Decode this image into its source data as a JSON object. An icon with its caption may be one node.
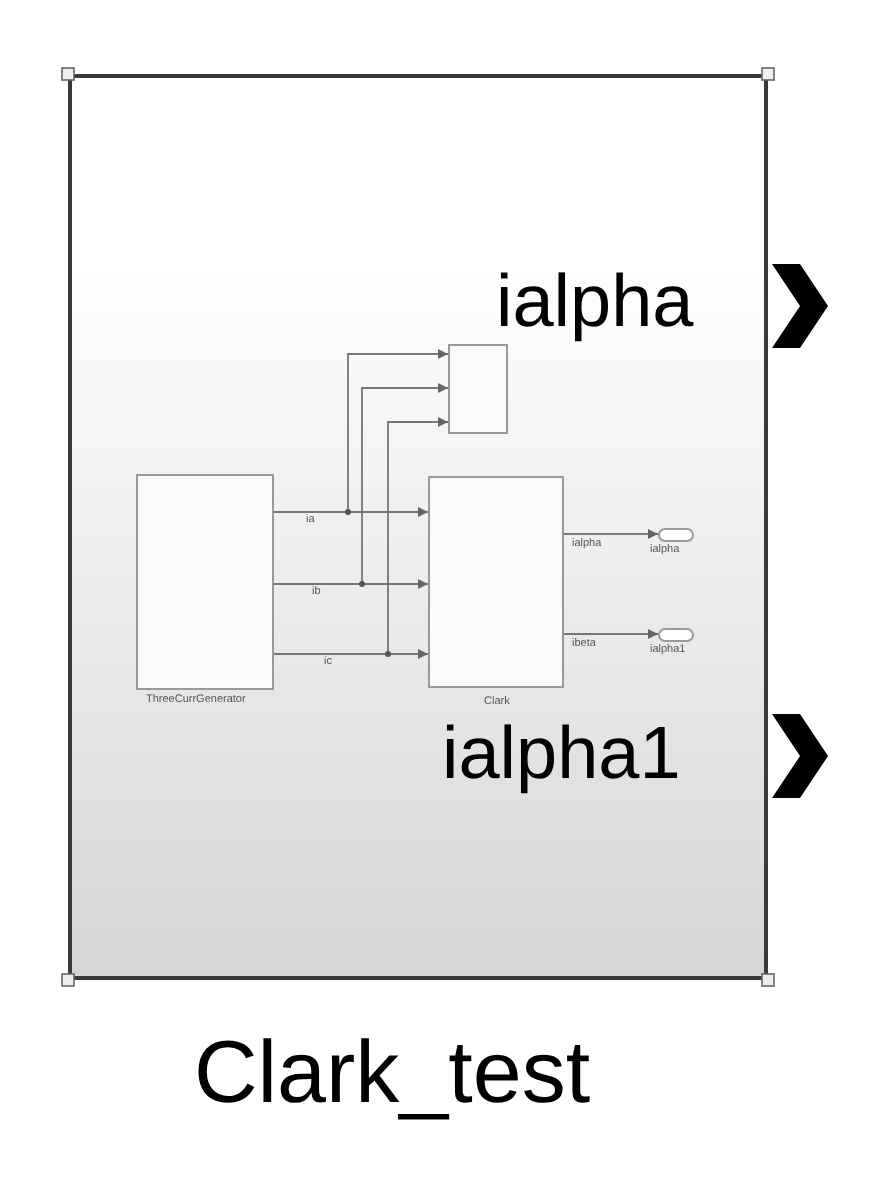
{
  "diagram": {
    "nodes": [
      {
        "text": [
          "ialpha",
          "ialpha1"
        ],
        "beside": [
          "Clark_test"
        ]
      },
      {
        "text": [],
        "shape": "box",
        "in": 0,
        "beside": [
          "ThreeCurrGenerator"
        ]
      },
      {
        "text": [],
        "shape": "box",
        "in": 0
      },
      {
        "text": [],
        "shape": "box",
        "in": 0,
        "beside": [
          "Clark"
        ]
      },
      {
        "text": [],
        "shape": "box",
        "in": 0,
        "beside": [
          "ialpha"
        ]
      },
      {
        "text": [],
        "shape": "box",
        "in": 0,
        "beside": [
          "ialpha1"
        ]
      }
    ],
    "edges": [
      {
        "from": 1,
        "to": 3,
        "arrow": "to",
        "label": "ia"
      },
      {
        "from": 1,
        "to": 3,
        "arrow": "to",
        "label": "ib"
      },
      {
        "from": 1,
        "to": 3,
        "arrow": "to",
        "label": "ic"
      },
      {
        "from": 1,
        "to": 2,
        "arrow": "to"
      },
      {
        "from": 1,
        "to": 2,
        "arrow": "to"
      },
      {
        "from": 1,
        "to": 2,
        "arrow": "to"
      },
      {
        "from": 3,
        "to": 4,
        "arrow": "to",
        "label": "ialpha"
      },
      {
        "from": 3,
        "to": 5,
        "arrow": "to",
        "label": "ibeta"
      }
    ]
  }
}
